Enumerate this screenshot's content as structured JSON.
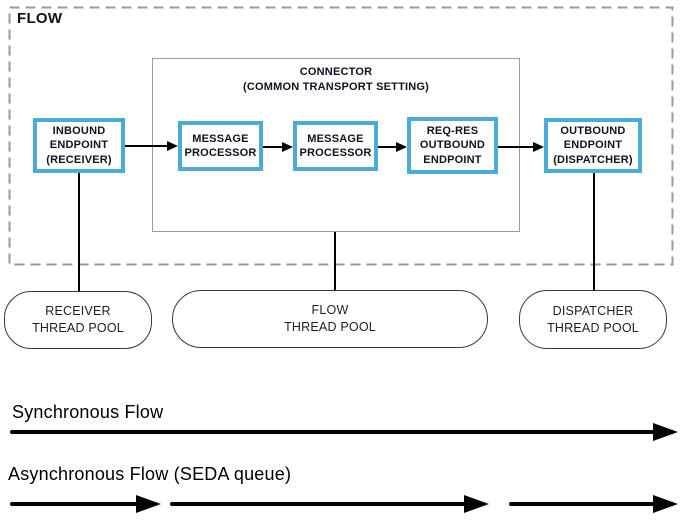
{
  "colors": {
    "accent_blue": "#4aacd6",
    "frame_gray": "#999999",
    "pool_border": "#383838",
    "arrow_black": "#000000"
  },
  "flow": {
    "label": "FLOW"
  },
  "connector": {
    "title": "CONNECTOR\n(COMMON TRANSPORT SETTING)"
  },
  "nodes": {
    "inbound_endpoint": "INBOUND\nENDPOINT\n(RECEIVER)",
    "message_processor_1": "MESSAGE\nPROCESSOR",
    "message_processor_2": "MESSAGE\nPROCESSOR",
    "reqres_outbound_endpoint": "REQ-RES\nOUTBOUND\nENDPOINT",
    "outbound_endpoint": "OUTBOUND\nENDPOINT\n(DISPATCHER)"
  },
  "thread_pools": {
    "receiver": "RECEIVER\nTHREAD POOL",
    "flow": "FLOW\nTHREAD POOL",
    "dispatcher": "DISPATCHER\nTHREAD POOL"
  },
  "legend": {
    "synchronous": "Synchronous Flow",
    "asynchronous": "Asynchronous Flow (SEDA queue)"
  }
}
